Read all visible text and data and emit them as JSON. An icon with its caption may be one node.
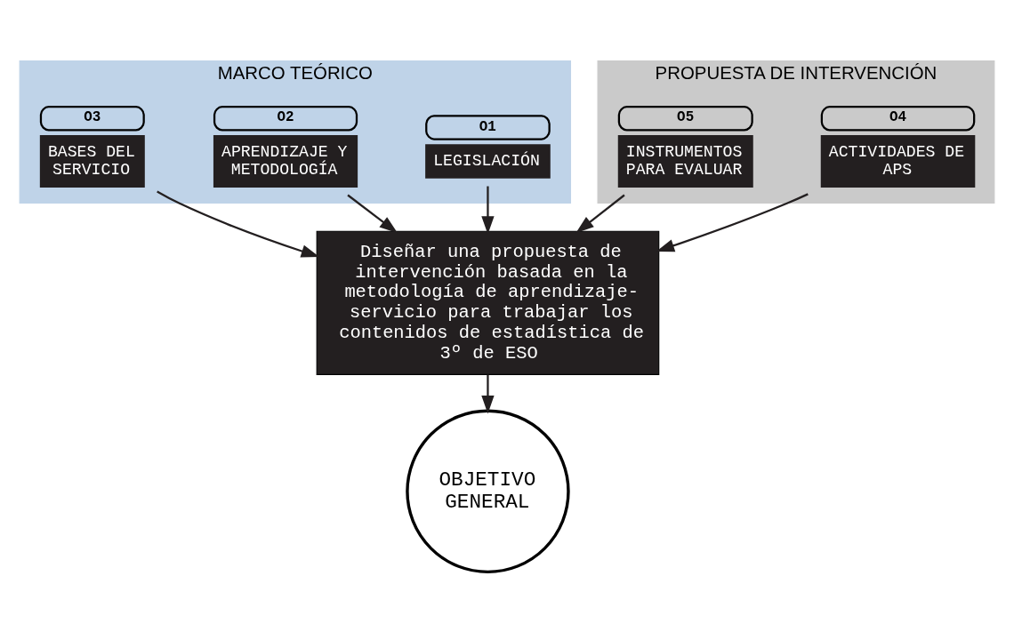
{
  "diagram": {
    "nodes": [
      {
        "text": [
          "MARCO TEÓRICO"
        ]
      },
      {
        "text": [
          "O1",
          "LEGISLACIÓN"
        ],
        "in": 0
      },
      {
        "text": [
          "O2",
          "APRENDIZAJE Y METODOLOGÍA"
        ],
        "in": 0
      },
      {
        "text": [
          "O3",
          "BASES DEL SERVICIO"
        ],
        "in": 0
      },
      {
        "text": [
          "PROPUESTA DE INTERVENCIÓN"
        ]
      },
      {
        "text": [
          "O4",
          "ACTIVIDADES DE APS"
        ],
        "in": 4
      },
      {
        "text": [
          "O5",
          "INSTRUMENTOS PARA EVALUAR"
        ],
        "in": 4
      },
      {
        "text": [
          "Diseñar una propuesta de intervención basada en la metodología de aprendizaje-servicio para trabajar los contenidos de estadística de 3º de ESO"
        ]
      },
      {
        "text": [
          "OBJETIVO GENERAL"
        ]
      }
    ],
    "edges": [
      {
        "from": 1,
        "to": 7,
        "arrow": "to"
      },
      {
        "from": 2,
        "to": 7,
        "arrow": "to"
      },
      {
        "from": 3,
        "to": 7,
        "arrow": "to"
      },
      {
        "from": 5,
        "to": 7,
        "arrow": "to"
      },
      {
        "from": 6,
        "to": 7,
        "arrow": "to"
      },
      {
        "from": 7,
        "to": 8,
        "arrow": "to"
      }
    ]
  }
}
